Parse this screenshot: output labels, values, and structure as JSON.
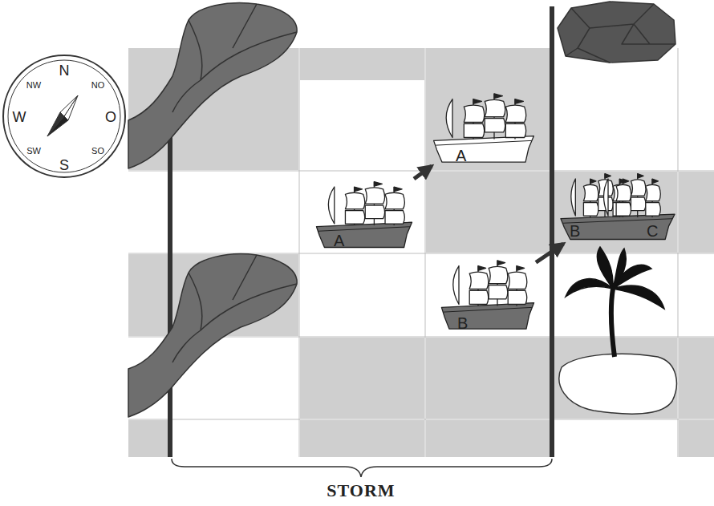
{
  "diagram": {
    "nodes": [
      {
        "text": [
          "A"
        ]
      },
      {
        "text": [
          "A"
        ]
      },
      {
        "text": [
          "B"
        ]
      },
      {
        "text": [
          "B",
          "C"
        ]
      }
    ],
    "edges": [
      {
        "from": 0,
        "to": 1,
        "arrow": "to"
      },
      {
        "from": 2,
        "to": 3,
        "arrow": "to"
      }
    ],
    "labels": [
      "NW",
      "N",
      "NO",
      "W",
      "O",
      "SW",
      "S",
      "SO",
      "STORM"
    ]
  }
}
